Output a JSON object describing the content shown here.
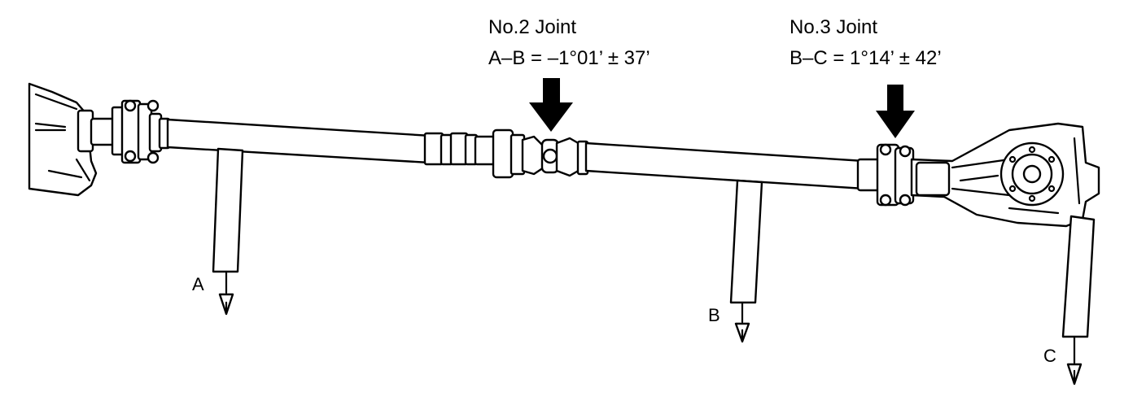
{
  "joints": [
    {
      "name": "No.2 Joint",
      "spec": "A–B = –1°01’ ± 37’"
    },
    {
      "name": "No.3 Joint",
      "spec": "B–C = 1°14’ ± 42’"
    }
  ],
  "points": [
    "A",
    "B",
    "C"
  ],
  "colors": {
    "line": "#000000",
    "background": "#ffffff"
  }
}
